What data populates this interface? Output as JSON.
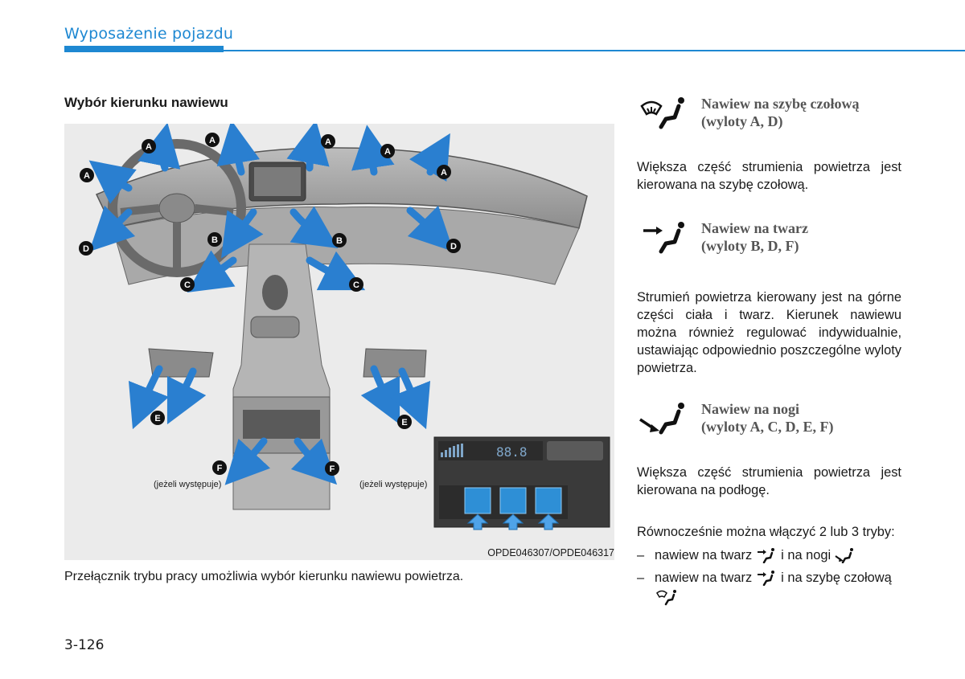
{
  "header": {
    "title": "Wyposażenie pojazdu"
  },
  "section": {
    "title": "Wybór kierunku nawiewu"
  },
  "figure": {
    "code": "OPDE046307/OPDE046317",
    "optional_left": "(jeżeli występuje)",
    "optional_right": "(jeżeli występuje)",
    "labels": [
      "A",
      "A",
      "A",
      "A",
      "A",
      "A",
      "B",
      "B",
      "C",
      "C",
      "D",
      "D",
      "E",
      "E",
      "F",
      "F"
    ],
    "display_temp": "88.8"
  },
  "caption": "Przełącznik trybu pracy umożliwia wybór kierunku nawiewu powietrza.",
  "modes": [
    {
      "icon": "windshield-person-icon",
      "title": "Nawiew na szybę czołową",
      "outlets": "(wyloty A, D)",
      "desc": "Większa część strumienia powietrza jest kierowana na szybę czołową."
    },
    {
      "icon": "face-person-icon",
      "title": "Nawiew na twarz",
      "outlets": "(wyloty B, D, F)",
      "desc": "Strumień powietrza kierowany jest na górne części ciała i twarz. Kierunek nawiewu można również regulować indywidualnie, ustawiając odpowiednio poszczególne wyloty powietrza."
    },
    {
      "icon": "feet-person-icon",
      "title": "Nawiew na nogi",
      "outlets": "(wyloty A, C, D, E, F)",
      "desc": "Większa część strumienia powietrza jest kierowana na podłogę."
    }
  ],
  "combos": {
    "intro": "Równocześnie można włączyć 2 lub 3 tryby:",
    "dash": "–",
    "line1_a": "nawiew na twarz",
    "line1_b": "i na nogi",
    "line2_a": "nawiew na twarz",
    "line2_b": "i na szybę czołową"
  },
  "page_number": "3-126",
  "colors": {
    "accent": "#1e88d2",
    "arrow": "#2a7fd0",
    "figure_bg": "#ebebeb"
  }
}
